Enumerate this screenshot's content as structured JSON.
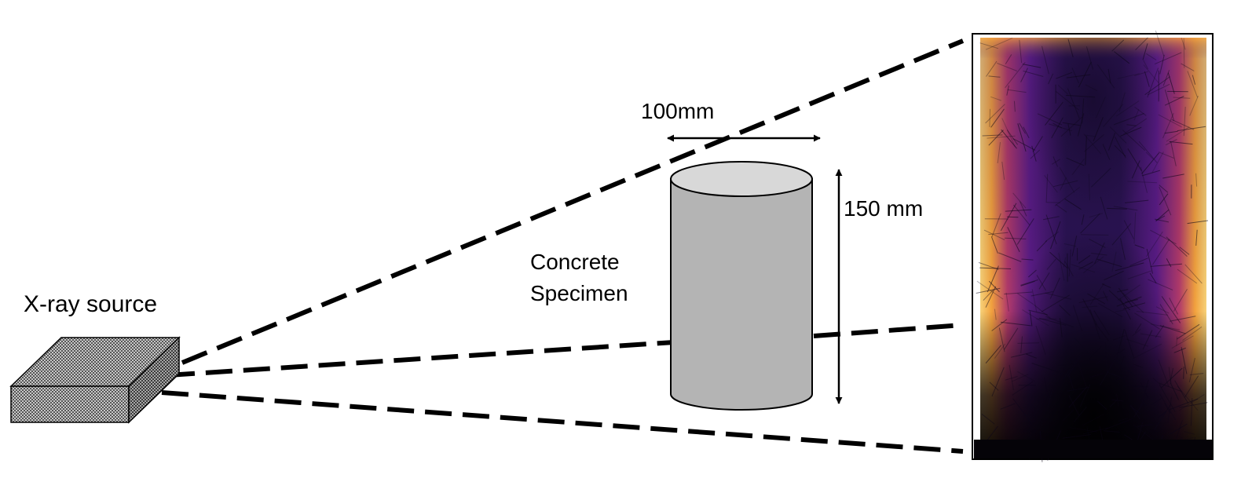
{
  "labels": {
    "source": "X-ray source",
    "specimen_line1": "Concrete",
    "specimen_line2": "Specimen",
    "width": "100mm",
    "height": "150 mm"
  },
  "colors": {
    "cylinder_body": "#b4b4b4",
    "cylinder_top": "#d8d8d8",
    "outline": "#000000",
    "scan_edge": "#f2b34a",
    "scan_mid": "#6a1e8c",
    "scan_core": "#1c0f3c",
    "scan_deep": "#05040c"
  }
}
